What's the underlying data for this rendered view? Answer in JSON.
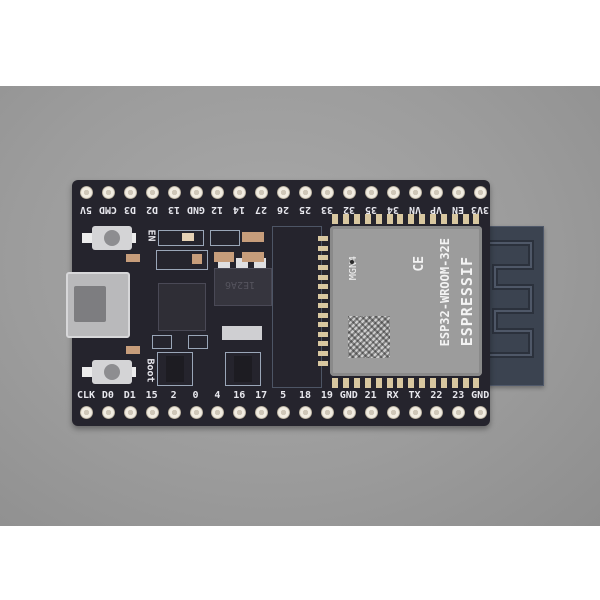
{
  "scene": {
    "description": "Top-down product photo of an ESP32 development board on a gray background",
    "background_color": "#ffffff",
    "backdrop_color": "#9c9c9c",
    "board_color": "#25242d"
  },
  "board": {
    "top_header_labels": [
      "5V",
      "CMD",
      "D3",
      "D2",
      "13",
      "GND",
      "12",
      "14",
      "27",
      "26",
      "25",
      "33",
      "32",
      "35",
      "34",
      "VN",
      "VP",
      "EN",
      "3V3"
    ],
    "bottom_header_labels": [
      "CLK",
      "D0",
      "D1",
      "15",
      "2",
      "0",
      "4",
      "16",
      "17",
      "5",
      "18",
      "19",
      "GND",
      "21",
      "RX",
      "TX",
      "22",
      "23",
      "GND"
    ],
    "silkscreen": {
      "en_label": "EN",
      "boot_label": "Boot"
    },
    "module": {
      "brand": "ESPRESSIF",
      "model": "ESP32-WROOM-32E",
      "marking": "MGN4",
      "ce_mark": "CE"
    },
    "regulator_marking": "1E2A6",
    "connector": "micro-USB"
  }
}
